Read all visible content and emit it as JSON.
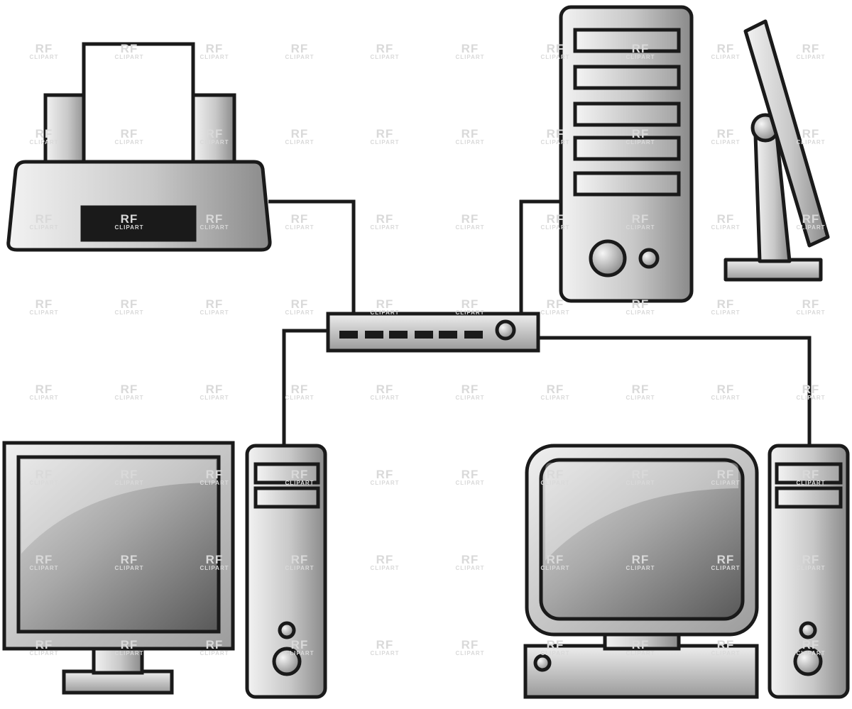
{
  "diagram": {
    "kind": "network-illustration",
    "nodes": [
      {
        "id": "printer",
        "icon": "printer-icon"
      },
      {
        "id": "network-switch",
        "icon": "switch-icon"
      },
      {
        "id": "tower-server",
        "icon": "tower-icon"
      },
      {
        "id": "flat-monitor",
        "icon": "monitor-icon"
      },
      {
        "id": "workstation-left",
        "icon": "desktop-computer-icon"
      },
      {
        "id": "workstation-right",
        "icon": "desktop-computer-icon"
      }
    ],
    "edges": [
      {
        "from": "printer",
        "to": "network-switch"
      },
      {
        "from": "tower-server",
        "to": "network-switch"
      },
      {
        "from": "workstation-left",
        "to": "network-switch"
      },
      {
        "from": "workstation-right",
        "to": "network-switch"
      }
    ]
  },
  "watermark": {
    "line1": "RF",
    "line2": "CLIPART"
  },
  "colors": {
    "outline": "#1a1a1a",
    "body_light": "#ededed",
    "body_mid": "#c4c4c4",
    "body_dark": "#8e8e8e",
    "screen_light": "#d6d6d6",
    "screen_dark": "#5e5e5e",
    "watermark": "#d9d9d9"
  }
}
